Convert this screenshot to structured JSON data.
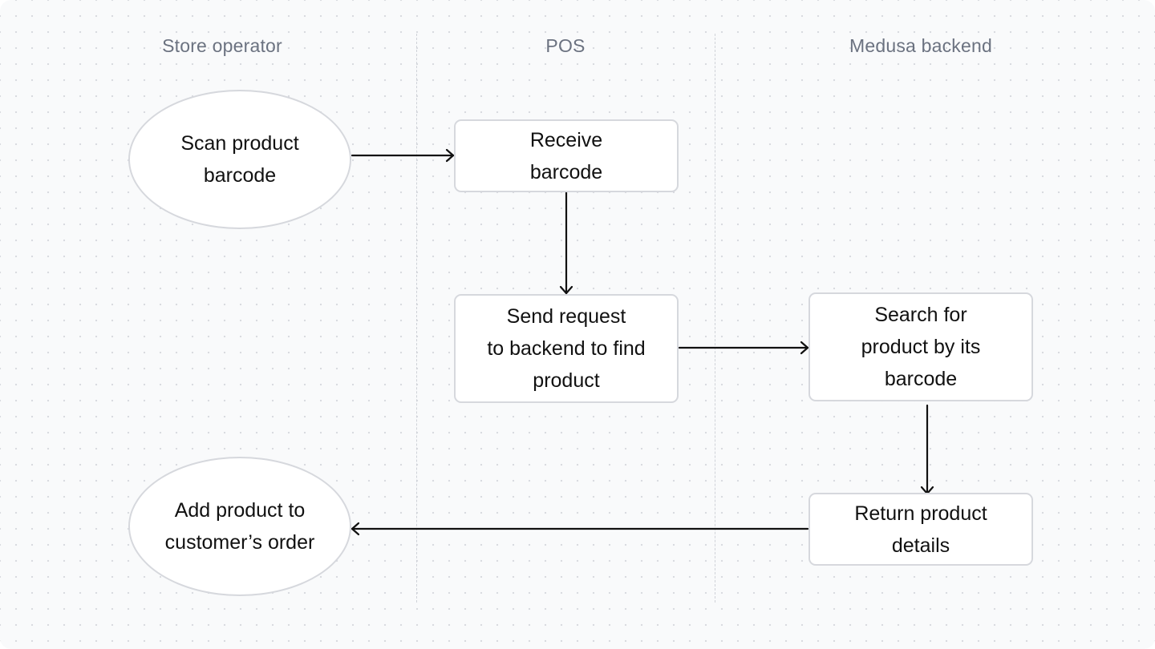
{
  "lanes": {
    "store_operator": "Store operator",
    "pos": "POS",
    "medusa_backend": "Medusa backend"
  },
  "nodes": {
    "scan_barcode": "Scan product\nbarcode",
    "receive_barcode": "Receive\nbarcode",
    "send_request": "Send request\nto backend to find\nproduct",
    "search_product": "Search for\nproduct by its\nbarcode",
    "return_details": "Return product\ndetails",
    "add_to_order": "Add product to\ncustomer’s order"
  },
  "colors": {
    "background": "#f9fafb",
    "node_border": "#d6d8dd",
    "arrow": "#111111",
    "lane_label": "#6b7280"
  }
}
